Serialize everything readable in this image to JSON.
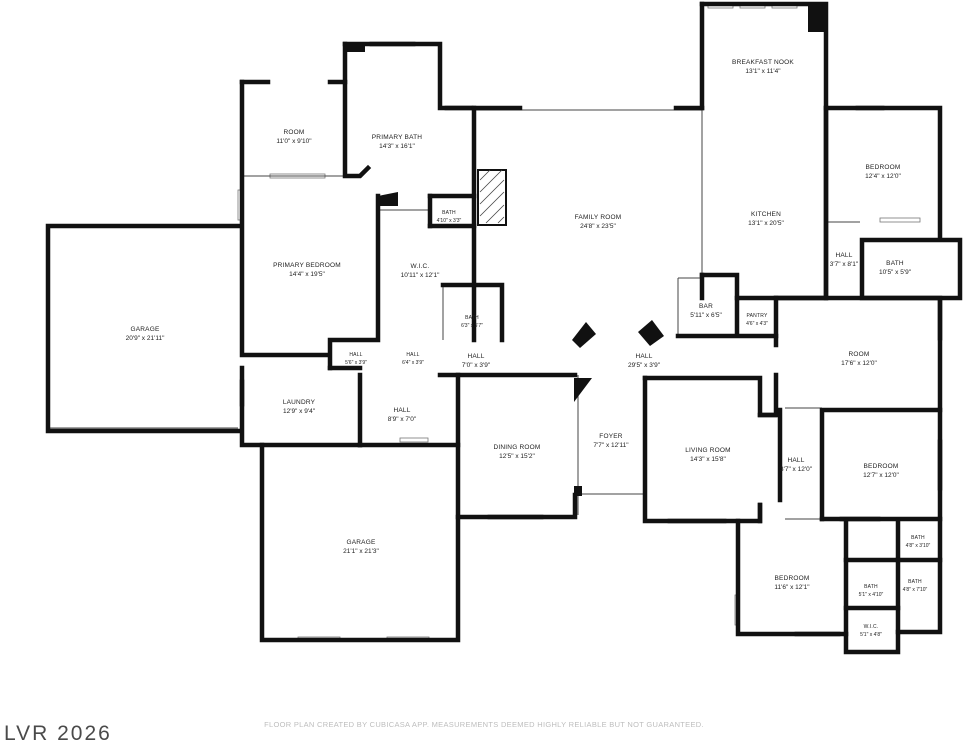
{
  "rooms": [
    {
      "id": "room",
      "name": "ROOM",
      "dims": "11'0\" x 9'10\""
    },
    {
      "id": "primary-bath",
      "name": "PRIMARY BATH",
      "dims": "14'3\" x 16'1\""
    },
    {
      "id": "breakfast-nook",
      "name": "BREAKFAST NOOK",
      "dims": "13'1\" x 11'4\""
    },
    {
      "id": "bedroom-1",
      "name": "BEDROOM",
      "dims": "12'4\" x 12'0\""
    },
    {
      "id": "family-room",
      "name": "FAMILY ROOM",
      "dims": "24'8\" x 23'5\""
    },
    {
      "id": "kitchen",
      "name": "KITCHEN",
      "dims": "13'1\" x 20'5\""
    },
    {
      "id": "bath-1",
      "name": "BATH",
      "dims": "4'10\" x 3'3\""
    },
    {
      "id": "primary-bedroom",
      "name": "PRIMARY BEDROOM",
      "dims": "14'4\" x 19'5\""
    },
    {
      "id": "wic-1",
      "name": "W.I.C.",
      "dims": "10'11\" x 12'1\""
    },
    {
      "id": "hall-1",
      "name": "HALL",
      "dims": "3'7\" x 8'1\""
    },
    {
      "id": "bath-2",
      "name": "BATH",
      "dims": "10'5\" x 5'9\""
    },
    {
      "id": "garage-1",
      "name": "GARAGE",
      "dims": "20'9\" x 21'11\""
    },
    {
      "id": "bath-3",
      "name": "BATH",
      "dims": "6'3\" x 5'7\""
    },
    {
      "id": "bar",
      "name": "BAR",
      "dims": "5'11\" x 6'5\""
    },
    {
      "id": "pantry",
      "name": "PANTRY",
      "dims": "4'6\" x 4'3\""
    },
    {
      "id": "hall-2",
      "name": "HALL",
      "dims": "5'6\" x 3'9\""
    },
    {
      "id": "hall-3",
      "name": "HALL",
      "dims": "6'4\" x 3'9\""
    },
    {
      "id": "hall-4",
      "name": "HALL",
      "dims": "7'0\" x 3'9\""
    },
    {
      "id": "hall-5",
      "name": "HALL",
      "dims": "29'5\" x 3'9\""
    },
    {
      "id": "room-2",
      "name": "ROOM",
      "dims": "17'6\" x 12'0\""
    },
    {
      "id": "laundry",
      "name": "LAUNDRY",
      "dims": "12'9\" x 9'4\""
    },
    {
      "id": "hall-6",
      "name": "HALL",
      "dims": "8'9\" x 7'0\""
    },
    {
      "id": "foyer",
      "name": "FOYER",
      "dims": "7'7\" x 12'11\""
    },
    {
      "id": "dining-room",
      "name": "DINING ROOM",
      "dims": "12'5\" x 15'2\""
    },
    {
      "id": "living-room",
      "name": "LIVING ROOM",
      "dims": "14'3\" x 15'8\""
    },
    {
      "id": "hall-7",
      "name": "HALL",
      "dims": "3'7\" x 12'0\""
    },
    {
      "id": "bedroom-2",
      "name": "BEDROOM",
      "dims": "12'7\" x 12'0\""
    },
    {
      "id": "garage-2",
      "name": "GARAGE",
      "dims": "21'1\" x 21'3\""
    },
    {
      "id": "bath-4",
      "name": "BATH",
      "dims": "4'8\" x 3'10\""
    },
    {
      "id": "bedroom-3",
      "name": "BEDROOM",
      "dims": "11'6\" x 12'1\""
    },
    {
      "id": "bath-5",
      "name": "BATH",
      "dims": "5'1\" x 4'10\""
    },
    {
      "id": "bath-6",
      "name": "BATH",
      "dims": "4'8\" x 7'10\""
    },
    {
      "id": "wic-2",
      "name": "W.I.C.",
      "dims": "5'1\" x 4'8\""
    }
  ],
  "footer": {
    "disclaimer": "FLOOR PLAN CREATED BY CUBICASA APP. MEASUREMENTS DEEMED HIGHLY RELIABLE BUT NOT GUARANTEED.",
    "watermark": "LVR 2026"
  }
}
